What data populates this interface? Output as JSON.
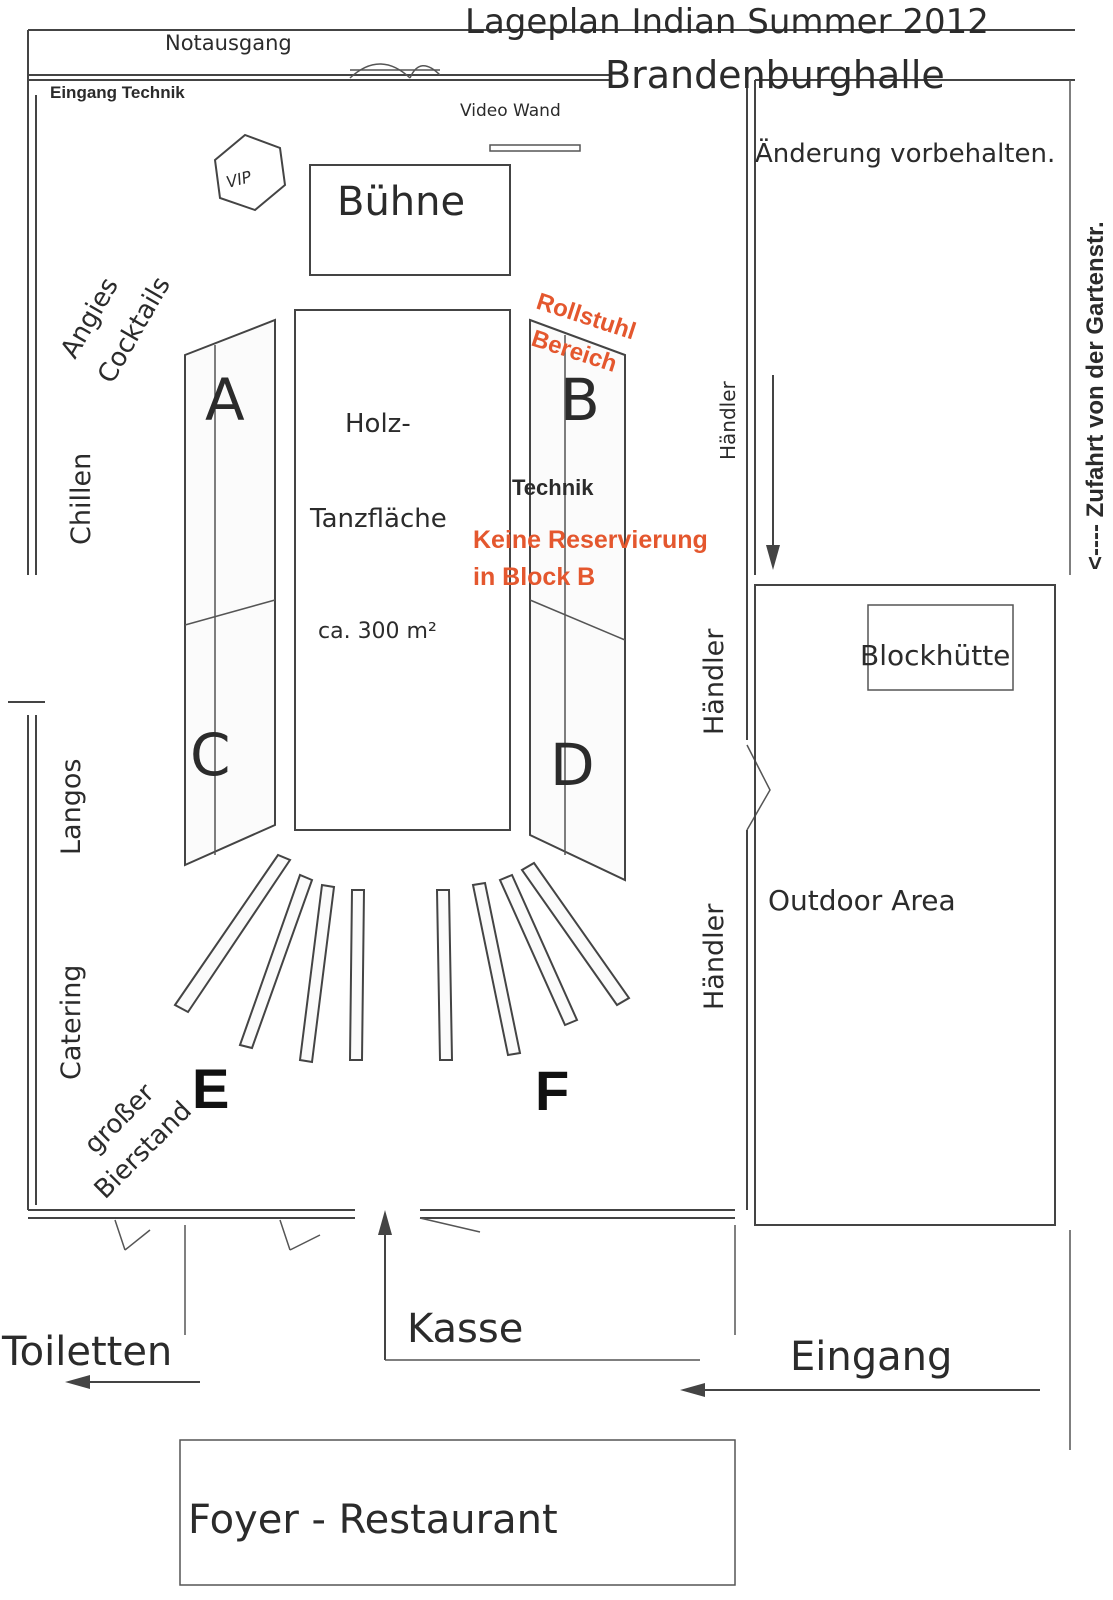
{
  "title": "Lageplan Indian Summer 2012",
  "subtitle": "Brandenburghalle",
  "note": "Änderung vorbehalten.",
  "zufahrt": "<---- Zufahrt von der Gartenstr.",
  "labels": {
    "notausgang": "Notausgang",
    "eingang_technik": "Eingang Technik",
    "video_wand": "Video Wand",
    "vip": "VIP",
    "buehne": "Bühne",
    "angies": "Angies",
    "cocktails": "Cocktails",
    "chillen": "Chillen",
    "langos": "Langos",
    "catering": "Catering",
    "grosser": "großer",
    "bierstand": "Bierstand",
    "holz": "Holz-",
    "tanzflaeche": "Tanzfläche",
    "flaeche": "ca.  300 m²",
    "technik": "Technik",
    "rollstuhl": "Rollstuhl",
    "bereich": "Bereich",
    "keine_reservierung": "Keine Reservierung",
    "in_block_b": "in Block  B",
    "haendler": "Händler",
    "blockhuette": "Blockhütte",
    "outdoor": "Outdoor Area",
    "toiletten": "Toiletten",
    "kasse": "Kasse",
    "eingang": "Eingang",
    "foyer": "Foyer - Restaurant"
  },
  "blocks": {
    "a": "A",
    "b": "B",
    "c": "C",
    "d": "D",
    "e": "E",
    "f": "F"
  },
  "colors": {
    "accent": "#e4572e",
    "ink": "#2b2b2b"
  }
}
